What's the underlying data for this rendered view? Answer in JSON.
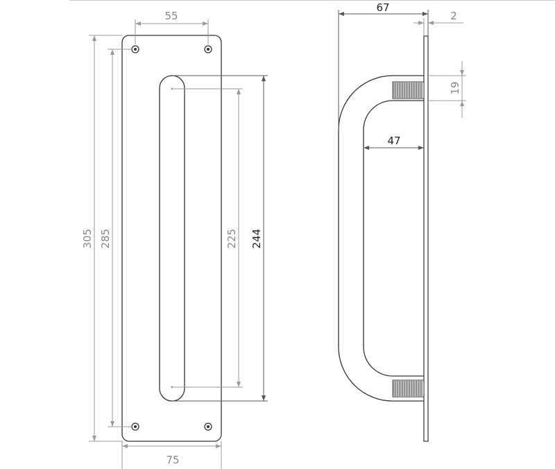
{
  "dimensions": {
    "plate_hole_spacing": "55",
    "plate_height": "305",
    "hole_centers_height": "285",
    "handle_inner_length": "225",
    "handle_overall_length": "244",
    "plate_width": "75",
    "projection": "67",
    "plate_thickness": "2",
    "bar_diameter": "19",
    "clearance": "47"
  },
  "colors": {
    "outline": "#333333",
    "dimension": "#999999",
    "thread": "#555555"
  }
}
